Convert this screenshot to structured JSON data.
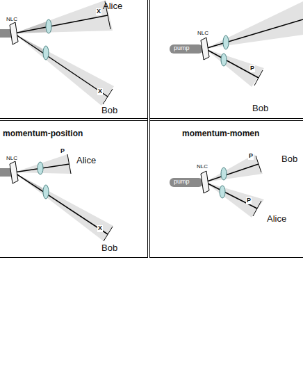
{
  "diagram": {
    "labels": [
      "Alice",
      "NLC",
      "X",
      "X",
      "Bob",
      "NLC",
      "pump",
      "P",
      "Bob",
      "momentum-position",
      "NLC",
      "P",
      "Alice",
      "X",
      "Bob",
      "momentum-momen",
      "Bob",
      "pump",
      "NLC",
      "P",
      "P",
      "Alice"
    ]
  }
}
